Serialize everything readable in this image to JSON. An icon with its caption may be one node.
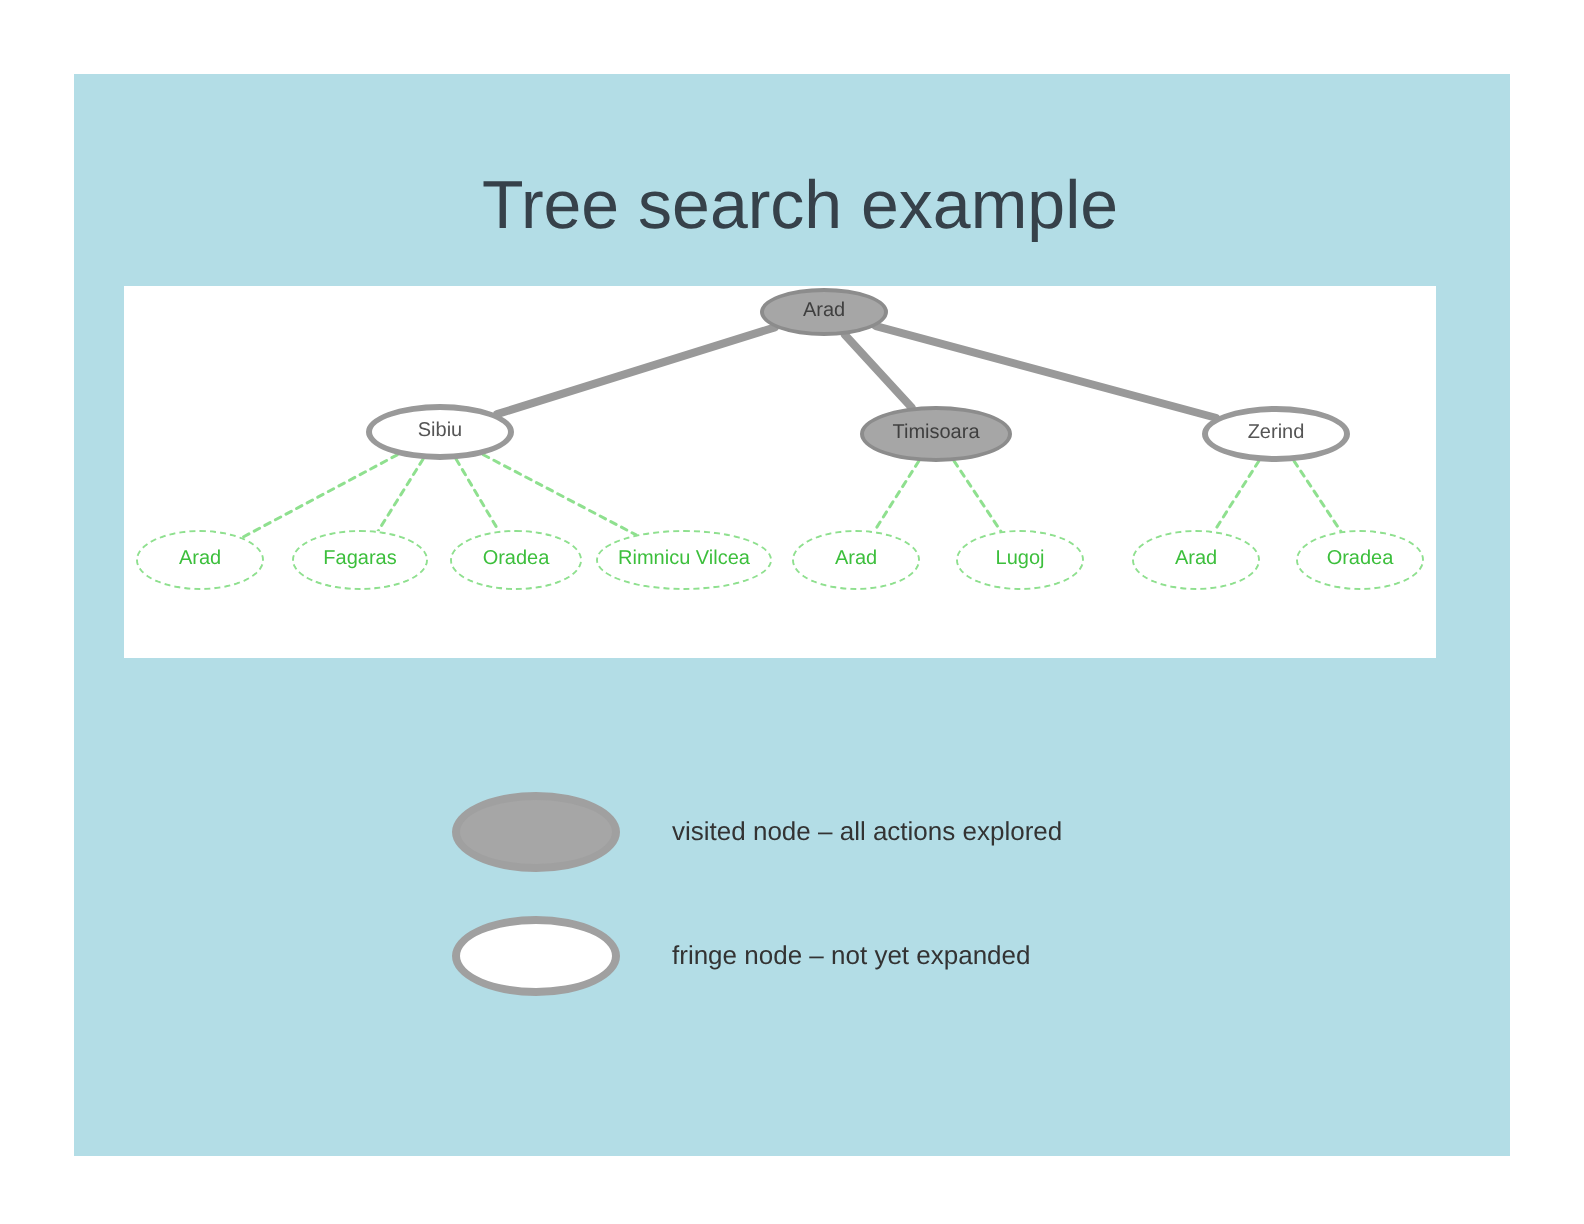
{
  "diagram": {
    "title": "Tree search example",
    "nodes": [
      {
        "text": [
          "Arad"
        ]
      },
      {
        "text": [
          "Sibiu"
        ]
      },
      {
        "text": [
          "Timisoara"
        ]
      },
      {
        "text": [
          "Zerind"
        ]
      },
      {
        "text": [
          "Arad"
        ]
      },
      {
        "text": [
          "Fagaras"
        ]
      },
      {
        "text": [
          "Oradea"
        ]
      },
      {
        "text": [
          "Rimnicu Vilcea"
        ]
      },
      {
        "text": [
          "Arad"
        ]
      },
      {
        "text": [
          "Lugoj"
        ]
      },
      {
        "text": [
          "Arad"
        ]
      },
      {
        "text": [
          "Oradea"
        ]
      }
    ],
    "edges": [
      {
        "from": 0,
        "to": 1,
        "arrow": "none",
        "style": "thick",
        "color": "#999999"
      },
      {
        "from": 0,
        "to": 2,
        "arrow": "none",
        "style": "thick",
        "color": "#999999"
      },
      {
        "from": 0,
        "to": 3,
        "arrow": "none",
        "style": "thick",
        "color": "#999999"
      },
      {
        "from": 1,
        "to": 4,
        "arrow": "none",
        "style": "dashed"
      },
      {
        "from": 1,
        "to": 5,
        "arrow": "none",
        "style": "dashed"
      },
      {
        "from": 1,
        "to": 6,
        "arrow": "none",
        "style": "dashed"
      },
      {
        "from": 1,
        "to": 7,
        "arrow": "none",
        "style": "dashed"
      },
      {
        "from": 2,
        "to": 8,
        "arrow": "none",
        "style": "dashed"
      },
      {
        "from": 2,
        "to": 9,
        "arrow": "none",
        "style": "dashed"
      },
      {
        "from": 3,
        "to": 10,
        "arrow": "none",
        "style": "dashed"
      },
      {
        "from": 3,
        "to": 11,
        "arrow": "none",
        "style": "dashed"
      }
    ],
    "legend": [
      {
        "text": "visited node – all actions explored",
        "color": "#a6a6a6"
      },
      {
        "text": "fringe node – not yet expanded",
        "color": "#ffffff"
      }
    ]
  }
}
